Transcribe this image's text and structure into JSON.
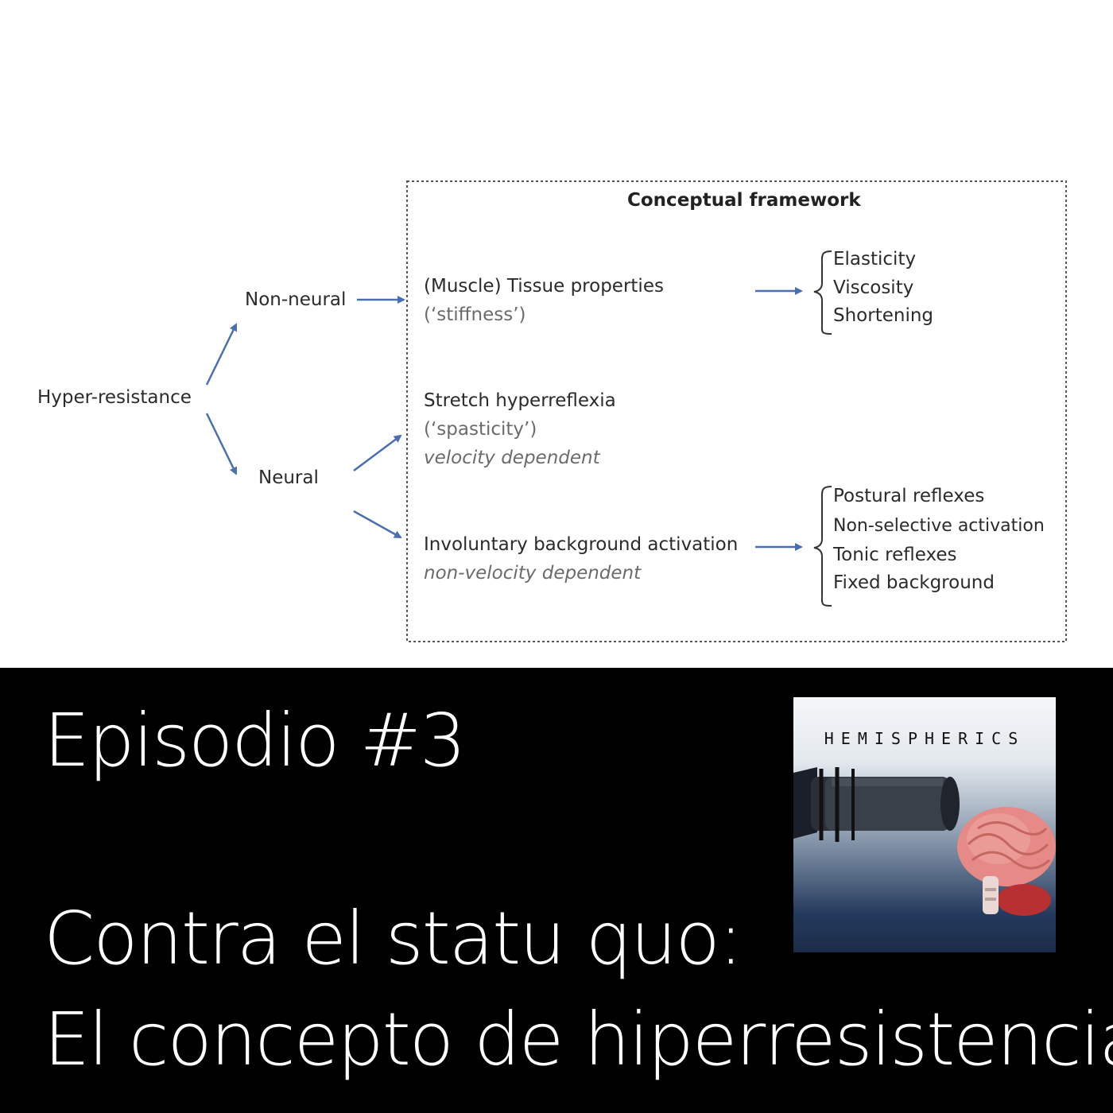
{
  "diagram": {
    "frame_title": "Conceptual framework",
    "root": "Hyper-resistance",
    "branches": {
      "non_neural": "Non-neural",
      "neural": "Neural"
    },
    "tissue": {
      "title": "(Muscle) Tissue properties",
      "sub": "(‘stiffness’)"
    },
    "tissue_items": [
      "Elasticity",
      "Viscosity",
      "Shortening"
    ],
    "stretch": {
      "title": "Stretch hyperreflexia",
      "sub": "(‘spasticity’)",
      "note": "velocity dependent"
    },
    "involuntary": {
      "title": "Involuntary background activation",
      "note": "non-velocity dependent"
    },
    "involuntary_items": [
      "Postural reflexes",
      "Non-selective activation",
      "Tonic reflexes",
      "Fixed background"
    ],
    "colors": {
      "arrow": "#4a6fb0",
      "border": "#555555"
    }
  },
  "episode": {
    "number": "Episodio #3",
    "title_line1": "Contra el statu quo:",
    "title_line2": "El concepto de hiperresistencia"
  },
  "cover": {
    "title": "HEMISPHERICS",
    "icons": [
      "microphone-icon",
      "brain-icon"
    ]
  }
}
